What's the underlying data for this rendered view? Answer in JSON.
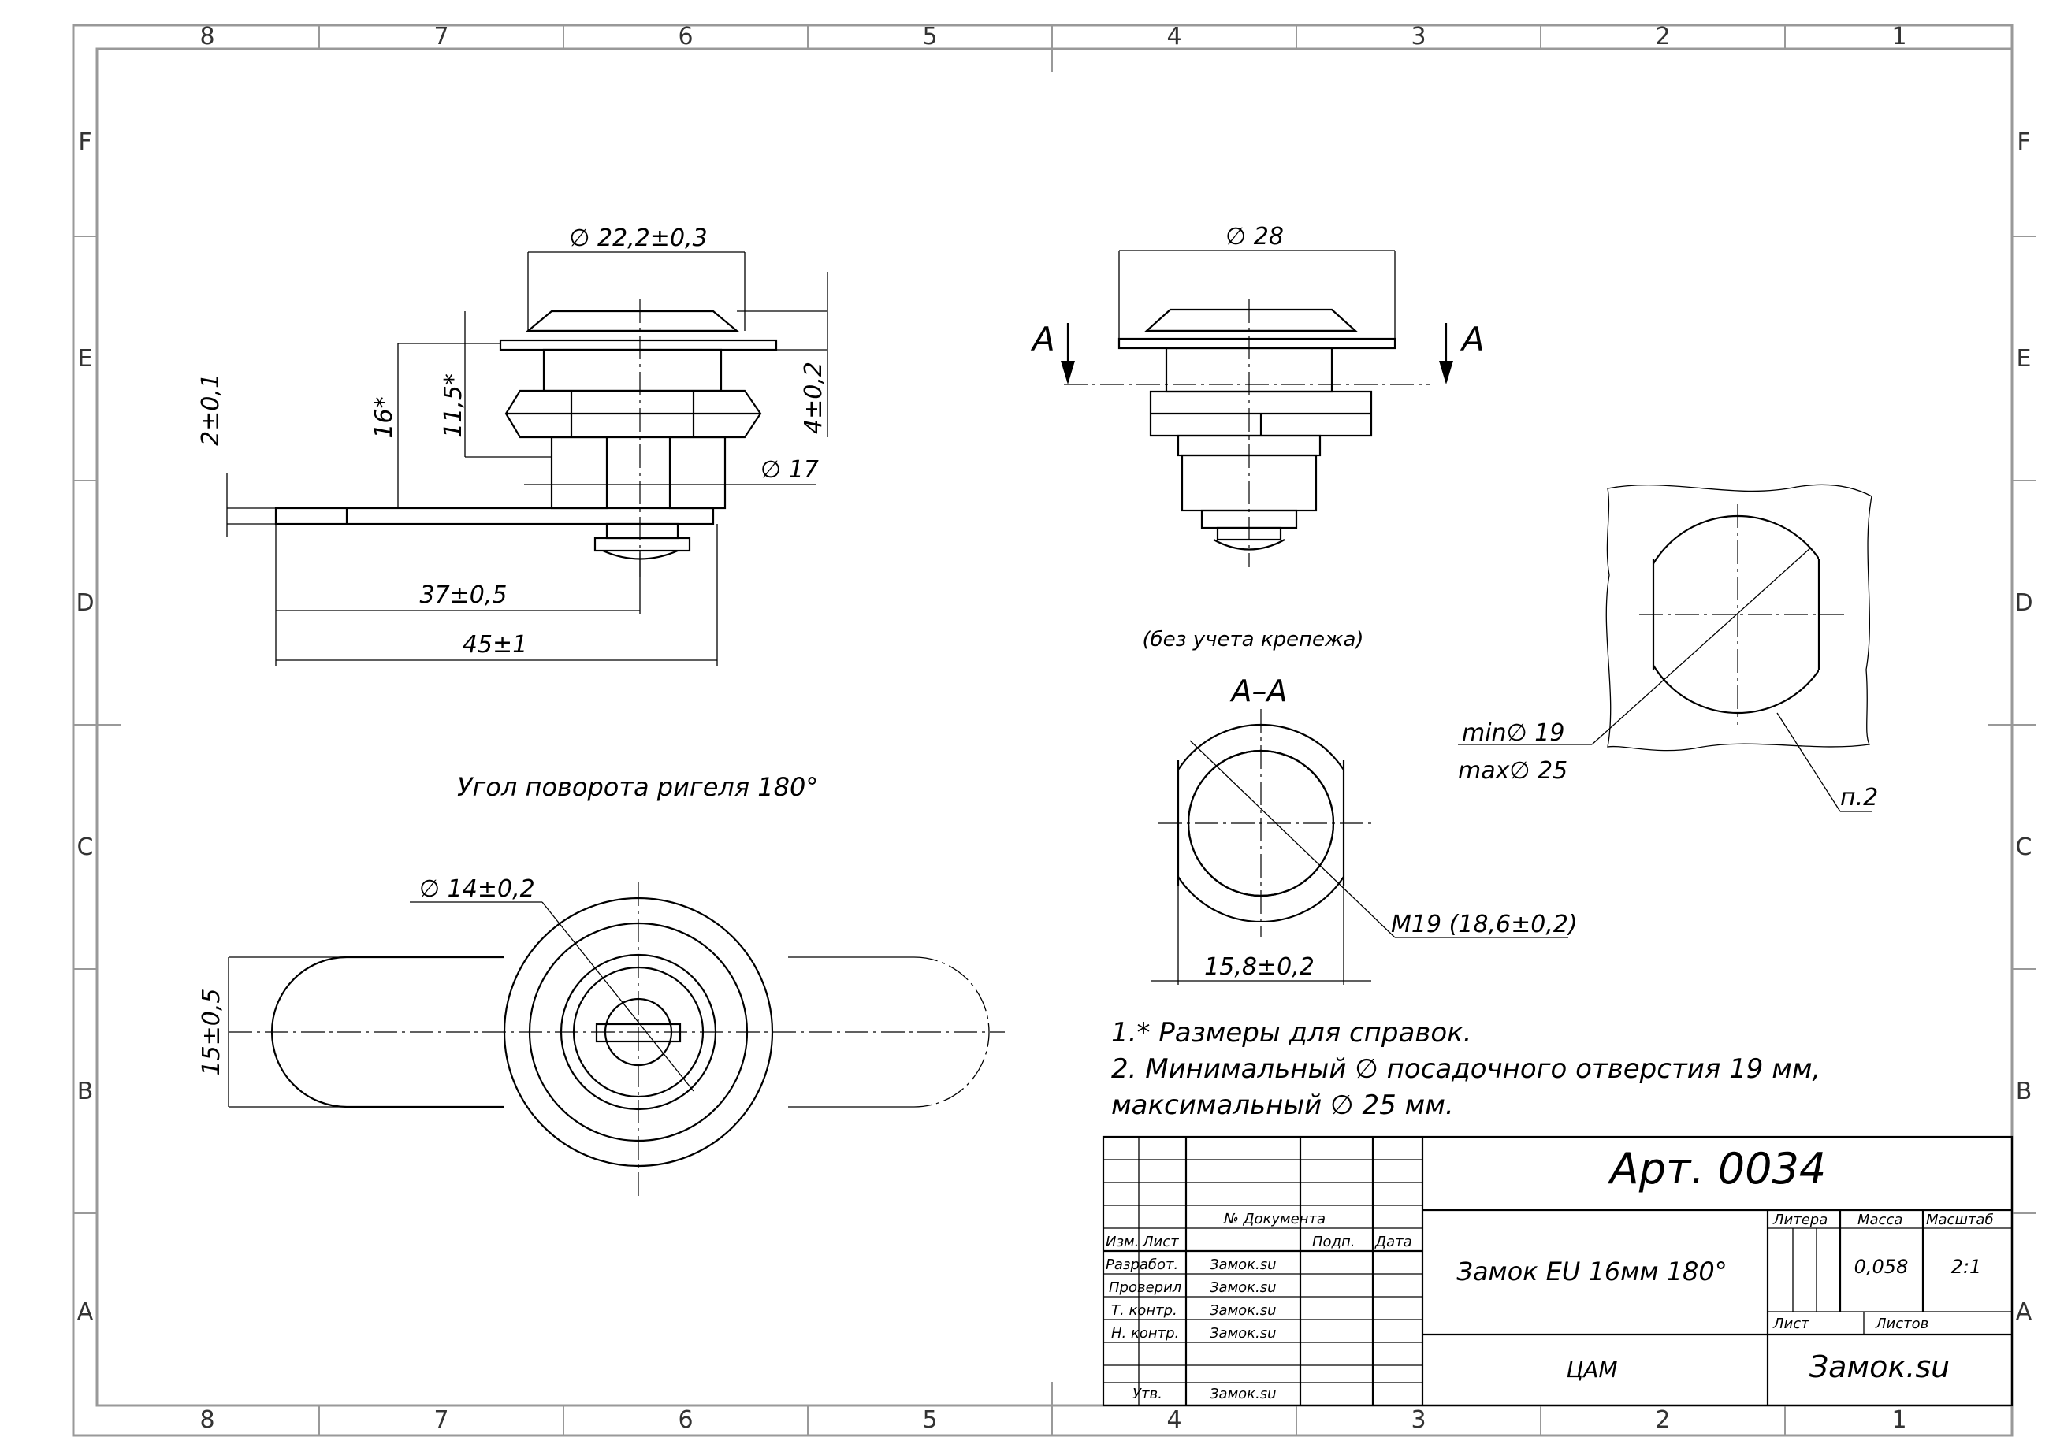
{
  "zone_columns": [
    "8",
    "7",
    "6",
    "5",
    "4",
    "3",
    "2",
    "1"
  ],
  "zone_rows": [
    "F",
    "E",
    "D",
    "C",
    "B",
    "A"
  ],
  "views": {
    "side": {
      "dim_head_diameter": "∅ 22,2±0,3",
      "dim_height_16": "16*",
      "dim_height_11_5": "11,5*",
      "dim_thickness_2": "2±0,1",
      "dim_flange_4": "4±0,2",
      "dim_body_diameter": "∅ 17",
      "dim_length_37": "37±0,5",
      "dim_length_45": "45±1"
    },
    "front": {
      "dim_head_diameter": "∅ 28",
      "section_mark_left": "A",
      "section_mark_right": "A",
      "note": "(без учета крепежа)"
    },
    "section": {
      "title": "A–A",
      "dim_thread": "M19 (18,6±0,2)",
      "dim_flat": "15,8±0,2"
    },
    "hole": {
      "dim_min": "min∅ 19",
      "dim_max": "max∅ 25",
      "ref": "п.2"
    },
    "top": {
      "rotation_note": "Угол поворота ригеля 180°",
      "dim_core_diameter": "∅ 14±0,2",
      "dim_width": "15±0,5"
    }
  },
  "notes": [
    "1.* Размеры для справок.",
    "2. Минимальный ∅ посадочного отверстия 19 мм,",
    "максимальный ∅ 25 мм."
  ],
  "title_block": {
    "article": "Арт. 0034",
    "product_name": "Замок EU 16мм 180°",
    "organization": "ЦАМ",
    "company": "Замок.su",
    "hdr_doc_no": "№ Документа",
    "hdr_izm": "Изм.",
    "hdr_list": "Лист",
    "hdr_podp": "Подп.",
    "hdr_data": "Дата",
    "hdr_litera": "Литера",
    "hdr_massa": "Масса",
    "hdr_masshtab": "Масштаб",
    "mass_value": "0,058",
    "scale_value": "2:1",
    "hdr_sheet": "Лист",
    "hdr_sheets": "Листов",
    "roles": [
      {
        "role": "Разработ.",
        "name": "Замок.su"
      },
      {
        "role": "Проверил",
        "name": "Замок.su"
      },
      {
        "role": "Т. контр.",
        "name": "Замок.su"
      },
      {
        "role": "Н. контр.",
        "name": "Замок.su"
      },
      {
        "role": "",
        "name": ""
      },
      {
        "role": "Утв.",
        "name": "Замок.su"
      }
    ]
  }
}
